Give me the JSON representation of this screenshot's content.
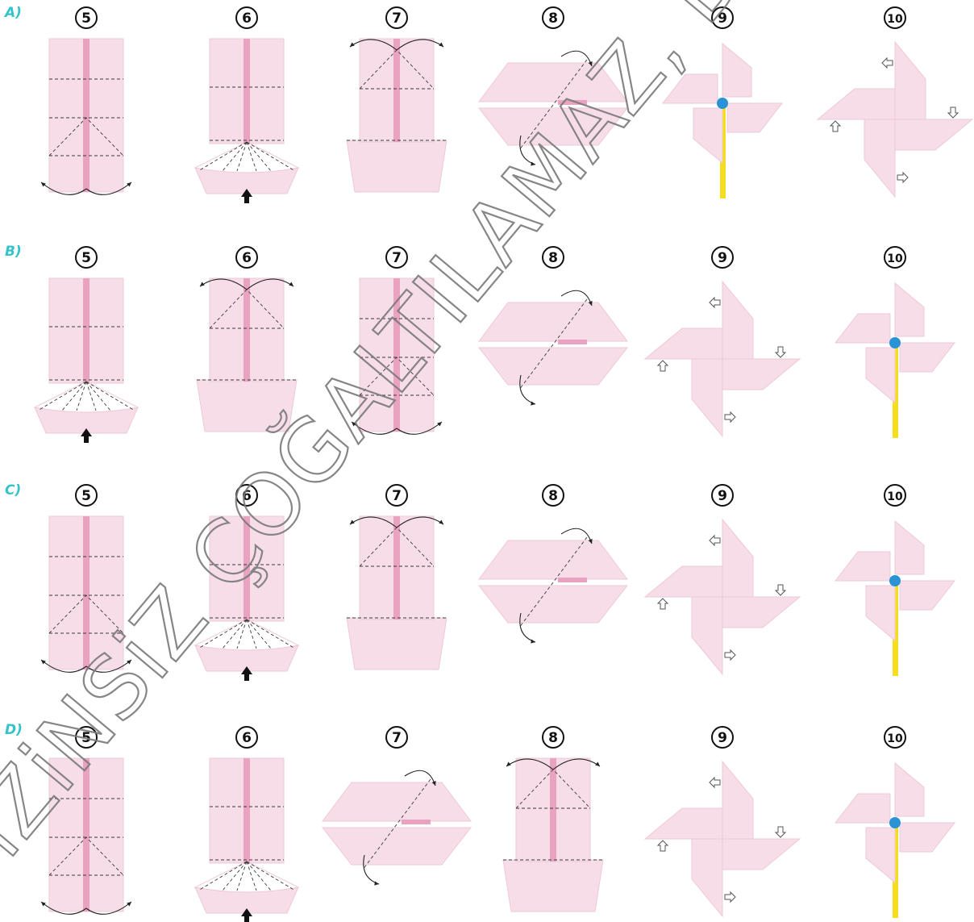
{
  "colors": {
    "paper": "#f7dde8",
    "paper_edge": "#eec9d8",
    "stripe": "#e9a3c0",
    "fold_line": "#3a3a3a",
    "pin": "#2a93d5",
    "stick": "#f5dd1f",
    "option_label": "#34c3c9",
    "watermark": "#7a7a7a"
  },
  "options": [
    {
      "label": "A)",
      "steps": [
        {
          "number": "5",
          "icon": "tall-panel-bottom-folds-icon"
        },
        {
          "number": "6",
          "icon": "squash-fold-base-icon"
        },
        {
          "number": "7",
          "icon": "tall-panel-top-folds-icon"
        },
        {
          "number": "8",
          "icon": "diamond-diagonal-fold-icon"
        },
        {
          "number": "9",
          "icon": "pinwheel-with-stick-icon"
        },
        {
          "number": "10",
          "icon": "pinwheel-flat-arrows-icon"
        }
      ]
    },
    {
      "label": "B)",
      "steps": [
        {
          "number": "5",
          "icon": "squash-fold-base-icon"
        },
        {
          "number": "6",
          "icon": "tall-panel-top-folds-icon"
        },
        {
          "number": "7",
          "icon": "tall-panel-bottom-folds-icon"
        },
        {
          "number": "8",
          "icon": "diamond-diagonal-fold-icon"
        },
        {
          "number": "9",
          "icon": "pinwheel-flat-arrows-icon"
        },
        {
          "number": "10",
          "icon": "pinwheel-with-stick-icon"
        }
      ]
    },
    {
      "label": "C)",
      "steps": [
        {
          "number": "5",
          "icon": "tall-panel-bottom-folds-icon"
        },
        {
          "number": "6",
          "icon": "squash-fold-base-icon"
        },
        {
          "number": "7",
          "icon": "tall-panel-top-folds-icon"
        },
        {
          "number": "8",
          "icon": "diamond-diagonal-fold-icon"
        },
        {
          "number": "9",
          "icon": "pinwheel-flat-arrows-icon"
        },
        {
          "number": "10",
          "icon": "pinwheel-with-stick-icon"
        }
      ]
    },
    {
      "label": "D)",
      "steps": [
        {
          "number": "5",
          "icon": "tall-panel-bottom-folds-icon"
        },
        {
          "number": "6",
          "icon": "squash-fold-base-icon"
        },
        {
          "number": "7",
          "icon": "diamond-diagonal-fold-icon"
        },
        {
          "number": "8",
          "icon": "tall-panel-top-folds-icon"
        },
        {
          "number": "9",
          "icon": "pinwheel-flat-arrows-icon"
        },
        {
          "number": "10",
          "icon": "pinwheel-with-stick-icon"
        }
      ]
    }
  ],
  "watermark": "iZiNSiZ ÇOĞALTILAMAZ, D"
}
